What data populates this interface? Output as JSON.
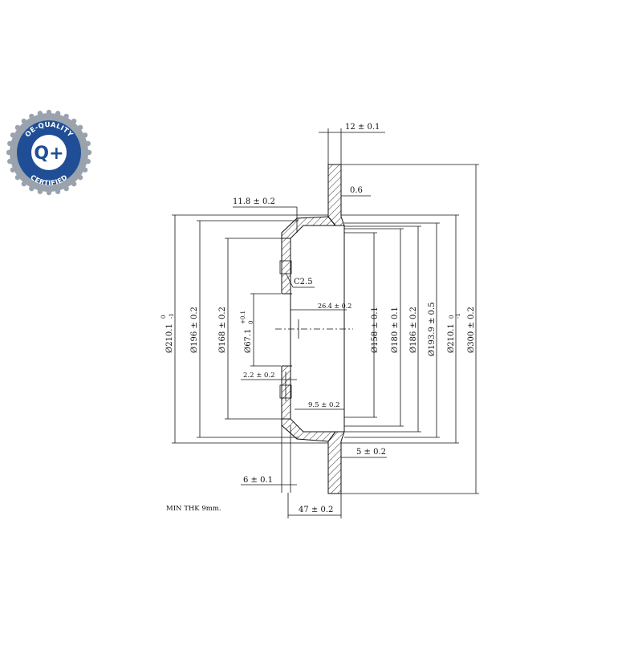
{
  "badge": {
    "top_text": "OE-QUALITY",
    "center_text": "Q+",
    "bottom_text": "CERTIFIED",
    "ring_color": "#1f4e96",
    "gear_color": "#9aa3ad"
  },
  "dims": {
    "d12": "12 ± 0.1",
    "d06": "0.6",
    "d118": "11.8 ± 0.2",
    "c25": "C2.5",
    "d264": "26.4 ± 0.2",
    "d22": "2.2 ± 0.2",
    "d95": "9.5 ± 0.2",
    "d5": "5 ± 0.2",
    "d6": "6 ± 0.1",
    "d47": "47 ± 0.2",
    "dia2101_left": "Ø210.1",
    "dia196": "Ø196 ± 0.2",
    "dia168": "Ø168 ± 0.2",
    "dia671": "Ø67.1",
    "dia158": "Ø158 ± 0.1",
    "dia180": "Ø180 ± 0.1",
    "dia186": "Ø186 ± 0.2",
    "dia1939": "Ø193.9 ± 0.5",
    "dia2101_right": "Ø210.1",
    "dia300": "Ø300 ± 0.2",
    "tol_0": "0",
    "tol_m1": "-1",
    "tol_p01": "+0.1"
  },
  "note": "MIN THK 9mm."
}
